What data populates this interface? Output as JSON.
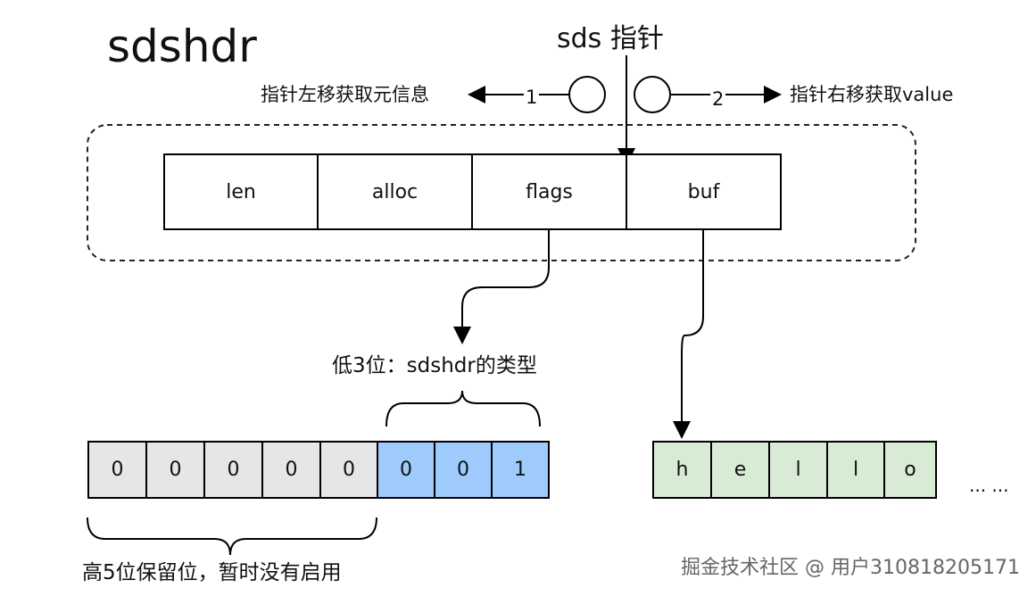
{
  "title": "sdshdr",
  "pointer_label": "sds 指针",
  "left_action": {
    "step": "1",
    "label": "指针左移获取元信息"
  },
  "right_action": {
    "step": "2",
    "label": "指针右移获取value"
  },
  "header_fields": [
    "len",
    "alloc",
    "flags",
    "buf"
  ],
  "flags_note": "低3位：sdshdr的类型",
  "flags_bits": [
    "0",
    "0",
    "0",
    "0",
    "0",
    "0",
    "0",
    "1"
  ],
  "high_bits_note": "高5位保留位，暂时没有启用",
  "buf_chars": [
    "h",
    "e",
    "l",
    "l",
    "o"
  ],
  "ellipsis": "... ...",
  "footer": "掘金技术社区 @ 用户310818205171",
  "colors": {
    "reserved_bits": "#e6e6e6",
    "type_bits": "#9ecbfb",
    "buffer_cells": "#d8ecd5"
  }
}
